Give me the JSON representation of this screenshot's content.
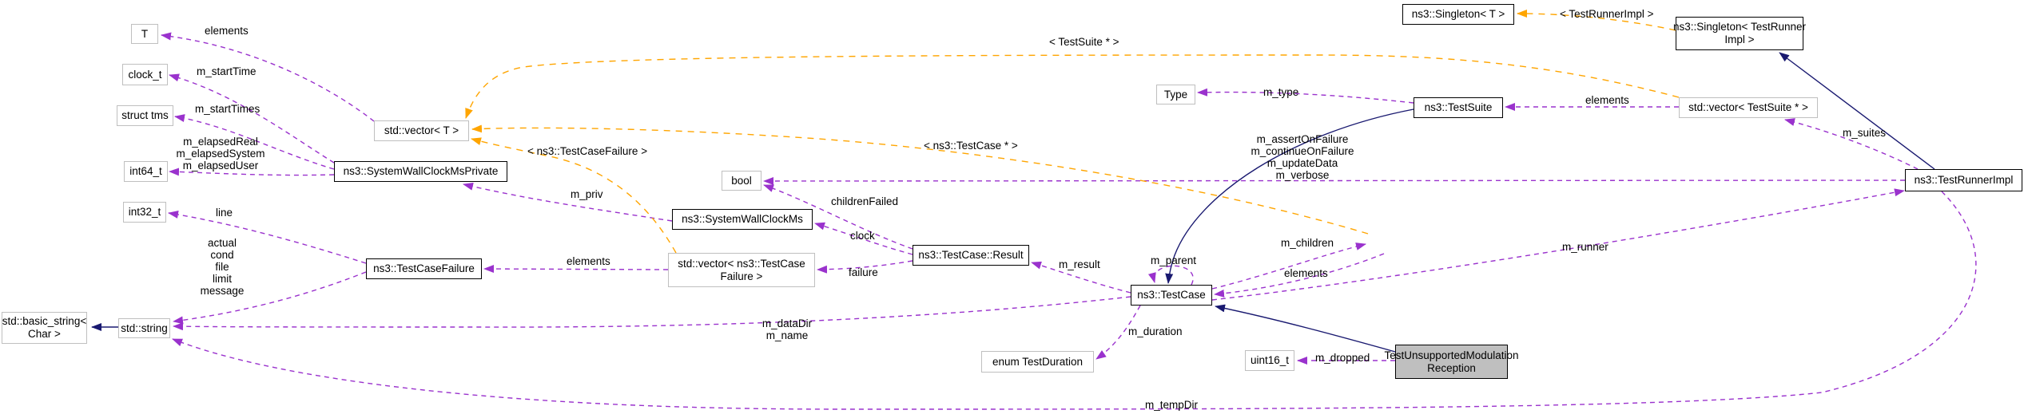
{
  "diagram": {
    "kind": "collaboration-diagram",
    "colors": {
      "member_edge": "#9a32cd",
      "template_edge": "#ffa500",
      "inheritance_edge": "#191970",
      "focus_node_fill": "#bfbfbf",
      "external_node_border": "#bfbfbf",
      "node_fill": "#ffffff"
    },
    "boxes": [
      {
        "id": "t",
        "label": "T"
      },
      {
        "id": "clock-t",
        "label": "clock_t"
      },
      {
        "id": "struct-tms",
        "label": "struct tms"
      },
      {
        "id": "int64-t",
        "label": "int64_t"
      },
      {
        "id": "int32-t",
        "label": "int32_t"
      },
      {
        "id": "std-basic-string",
        "label": "std::basic_string<",
        "label2": "Char >"
      },
      {
        "id": "std-string",
        "label": "std::string"
      },
      {
        "id": "std-vector-t",
        "label": "std::vector< T >"
      },
      {
        "id": "system-wall-clock-ms-private",
        "label": "ns3::SystemWallClockMsPrivate"
      },
      {
        "id": "test-case-failure",
        "label": "ns3::TestCaseFailure"
      },
      {
        "id": "bool",
        "label": "bool"
      },
      {
        "id": "system-wall-clock-ms",
        "label": "ns3::SystemWallClockMs"
      },
      {
        "id": "std-vector-test-case-failure",
        "label": "std::vector< ns3::TestCase",
        "label2": "Failure >"
      },
      {
        "id": "test-case-result",
        "label": "ns3::TestCase::Result"
      },
      {
        "id": "test-case",
        "label": "ns3::TestCase"
      },
      {
        "id": "type",
        "label": "Type"
      },
      {
        "id": "test-suite",
        "label": "ns3::TestSuite"
      },
      {
        "id": "singleton-t",
        "label": "ns3::Singleton< T >"
      },
      {
        "id": "singleton-test-runner-impl",
        "label": "ns3::Singleton< TestRunner",
        "label2": "Impl >"
      },
      {
        "id": "std-vector-test-suite",
        "label": "std::vector< TestSuite * >"
      },
      {
        "id": "test-runner-impl",
        "label": "ns3::TestRunnerImpl"
      },
      {
        "id": "test-unsupported-modulation-reception",
        "label": "TestUnsupportedModulation",
        "label2": "Reception"
      },
      {
        "id": "uint16-t",
        "label": "uint16_t"
      },
      {
        "id": "enum-test-duration",
        "label": "enum TestDuration"
      }
    ],
    "edge_labels": [
      {
        "text": "elements"
      },
      {
        "text": "m_startTime"
      },
      {
        "text": "m_startTimes"
      },
      {
        "text": "m_priv"
      },
      {
        "text": "< ns3::TestCaseFailure >"
      },
      {
        "text": "elements"
      },
      {
        "text": "line"
      },
      {
        "text": "childrenFailed"
      },
      {
        "text": "clock"
      },
      {
        "text": "failure"
      },
      {
        "text": "m_result"
      },
      {
        "text": "m_parent"
      },
      {
        "text": "m_children"
      },
      {
        "text": "elements"
      },
      {
        "text": "< ns3::TestCase * >"
      },
      {
        "text": "m_runner"
      },
      {
        "text": "m_duration"
      },
      {
        "text": "m_tempDir"
      },
      {
        "text": "m_dropped"
      },
      {
        "text": "m_type"
      },
      {
        "text": "elements"
      },
      {
        "text": "m_suites"
      },
      {
        "text": "< TestRunnerImpl >"
      },
      {
        "text": "< TestSuite * >"
      }
    ],
    "edge_label_blocks": {
      "elapsed": {
        "lines": [
          "m_elapsedReal",
          "m_elapsedSystem",
          "m_elapsedUser"
        ]
      },
      "failure_fields": {
        "lines": [
          "actual",
          "cond",
          "file",
          "limit",
          "message"
        ]
      },
      "runner_flags": {
        "lines": [
          "m_assertOnFailure",
          "m_continueOnFailure",
          "m_updateData",
          "m_verbose"
        ]
      },
      "test_case_strings": {
        "lines": [
          "m_dataDir",
          "m_name"
        ]
      }
    }
  }
}
